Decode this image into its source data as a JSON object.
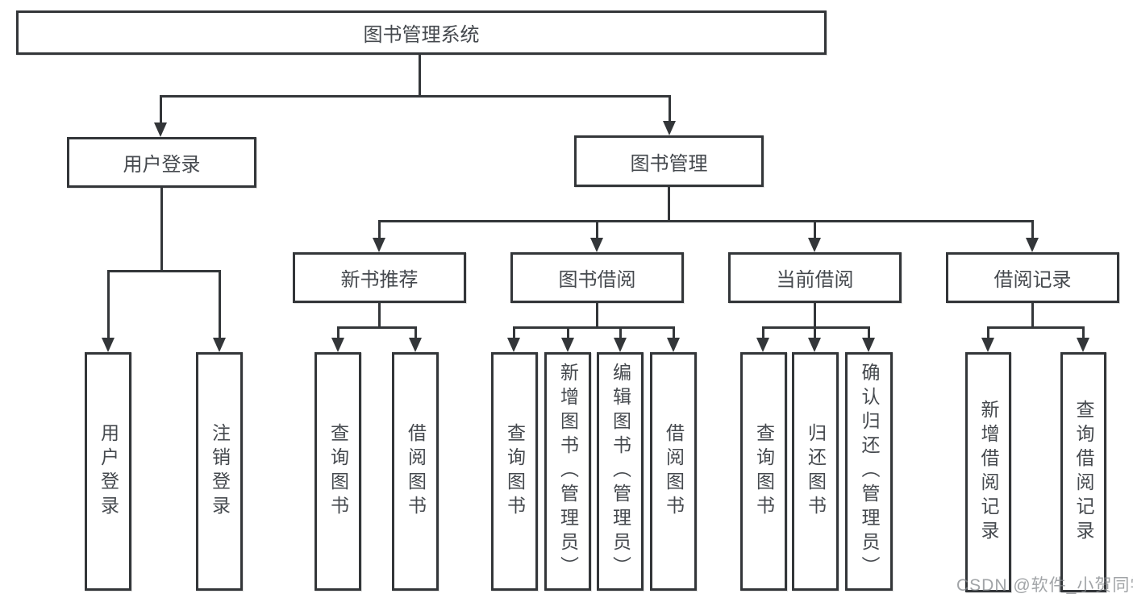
{
  "diagram_title": "图书管理系统",
  "watermark": "CSDN @软件_小贺同学",
  "colors": {
    "line": "#333639",
    "text": "#45494e",
    "background": "#ffffff",
    "watermark": "#82858a"
  },
  "nodes": {
    "root": "图书管理系统",
    "userLogin": "用户登录",
    "bookManagement": "图书管理",
    "newBooks": "新书推荐",
    "bookBorrow": "图书借阅",
    "currentBorrow": "当前借阅",
    "borrowRecords": "借阅记录",
    "leaves": {
      "userLogin": [
        "用户登录",
        "注销登录"
      ],
      "newBooks": [
        "查询图书",
        "借阅图书"
      ],
      "bookBorrow": [
        "查询图书",
        "新增图书（管理员）",
        "编辑图书（管理员）",
        "借阅图书"
      ],
      "currentBorrow": [
        "查询图书",
        "归还图书",
        "确认归还（管理员）"
      ],
      "borrowRecords": [
        "新增借阅记录",
        "查询借阅记录"
      ]
    }
  }
}
